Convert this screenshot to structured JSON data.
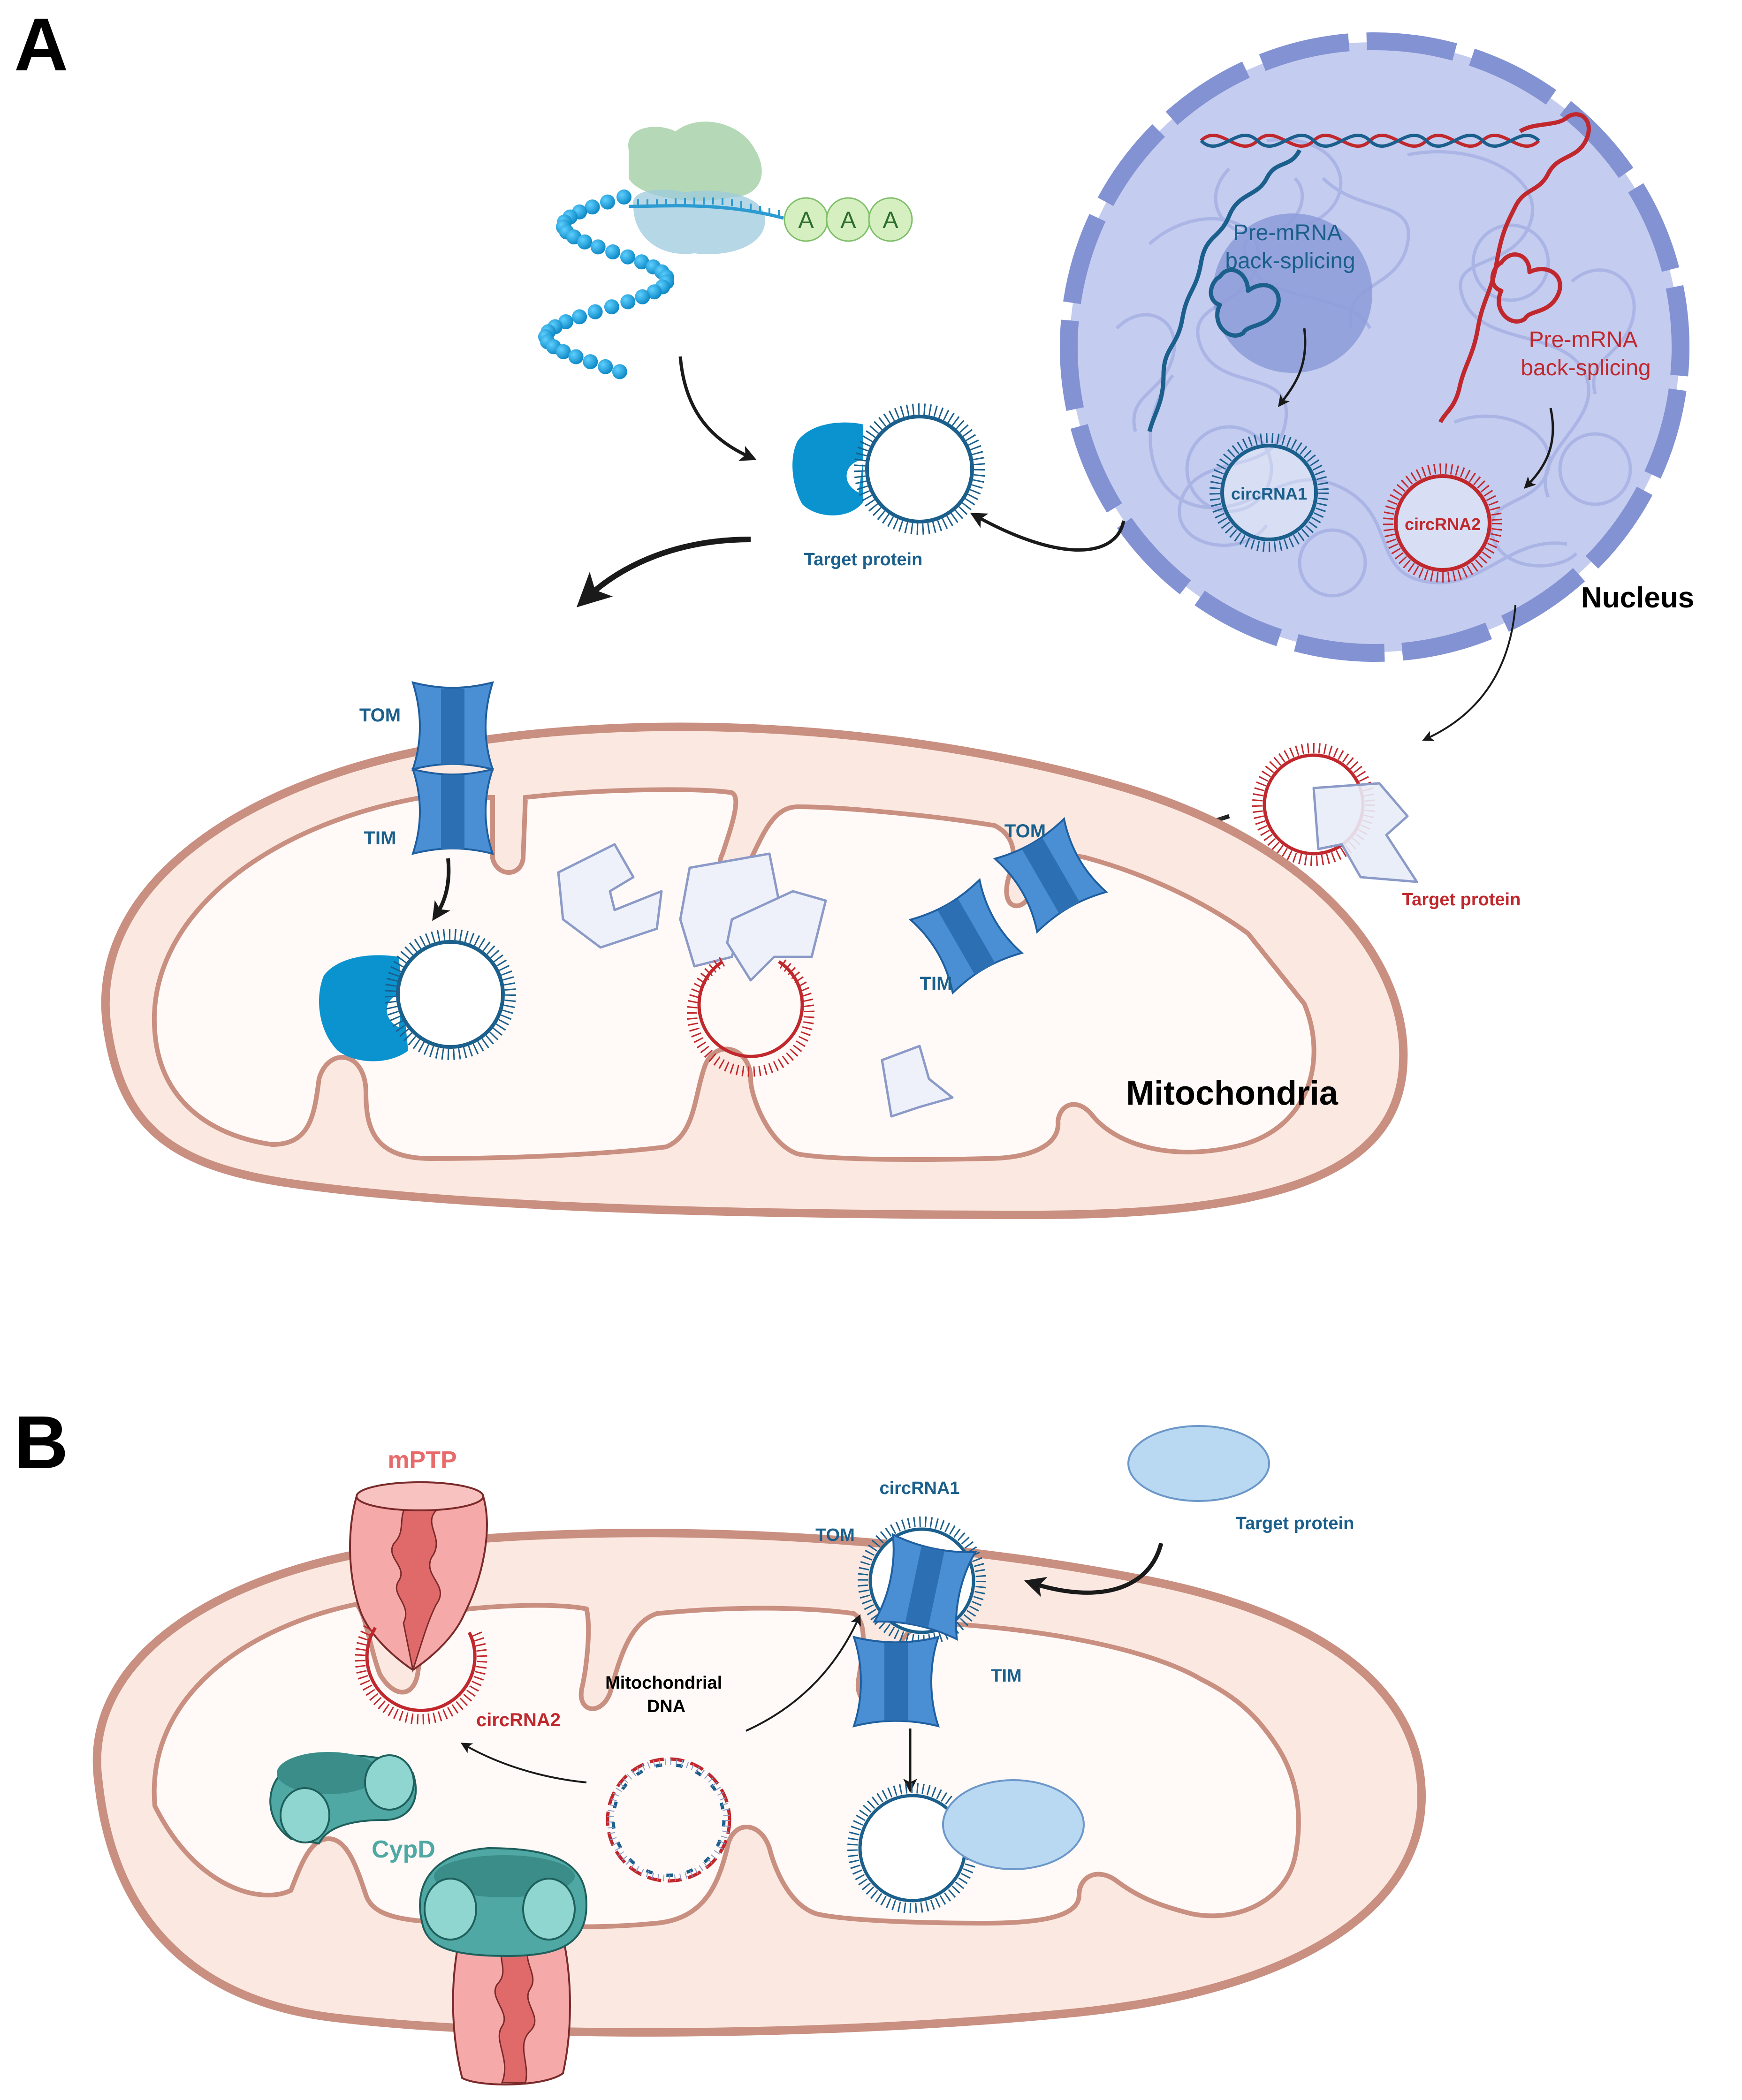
{
  "panel_a": {
    "letter": "A",
    "nucleus": {
      "label": "Nucleus",
      "premrna_blue": [
        "Pre-mRNA",
        "back-splicing"
      ],
      "premrna_red": [
        "Pre-mRNA",
        "back-splicing"
      ],
      "circ1": "circRNA1",
      "circ2": "circRNA2"
    },
    "translation": {
      "polyA": [
        "A",
        "A",
        "A"
      ]
    },
    "target_protein_blue": "Target protein",
    "target_protein_red": "Target protein",
    "mito": {
      "label": "Mitochondria",
      "tom_left": "TOM",
      "tim_left": "TIM",
      "tom_right": "TOM",
      "tim_right": "TIM"
    }
  },
  "panel_b": {
    "letter": "B",
    "mptp": "mPTP",
    "circ2": "circRNA2",
    "cypd": "CypD",
    "mtdna": [
      "Mitochondrial",
      "DNA"
    ],
    "circ1": "circRNA1",
    "tom": "TOM",
    "tim": "TIM",
    "target_protein": "Target protein"
  },
  "colors": {
    "blue_rna": "#1b5f8c",
    "red_rna": "#c0282d",
    "nucleus_fill": "#b5bfe8",
    "nucleus_envelope": "#7d8fcf",
    "mito_fill": "#fbe9e1",
    "mito_membrane": "#c98f80",
    "channel_blue": "#4a8fd4",
    "cypd_teal": "#4fa8a4",
    "mptp_pink": "#e77e7e",
    "target_blue": "#0a93cf"
  },
  "icons": [
    "ribosome-icon",
    "ribosome-icon",
    "pale-protein-icon"
  ]
}
